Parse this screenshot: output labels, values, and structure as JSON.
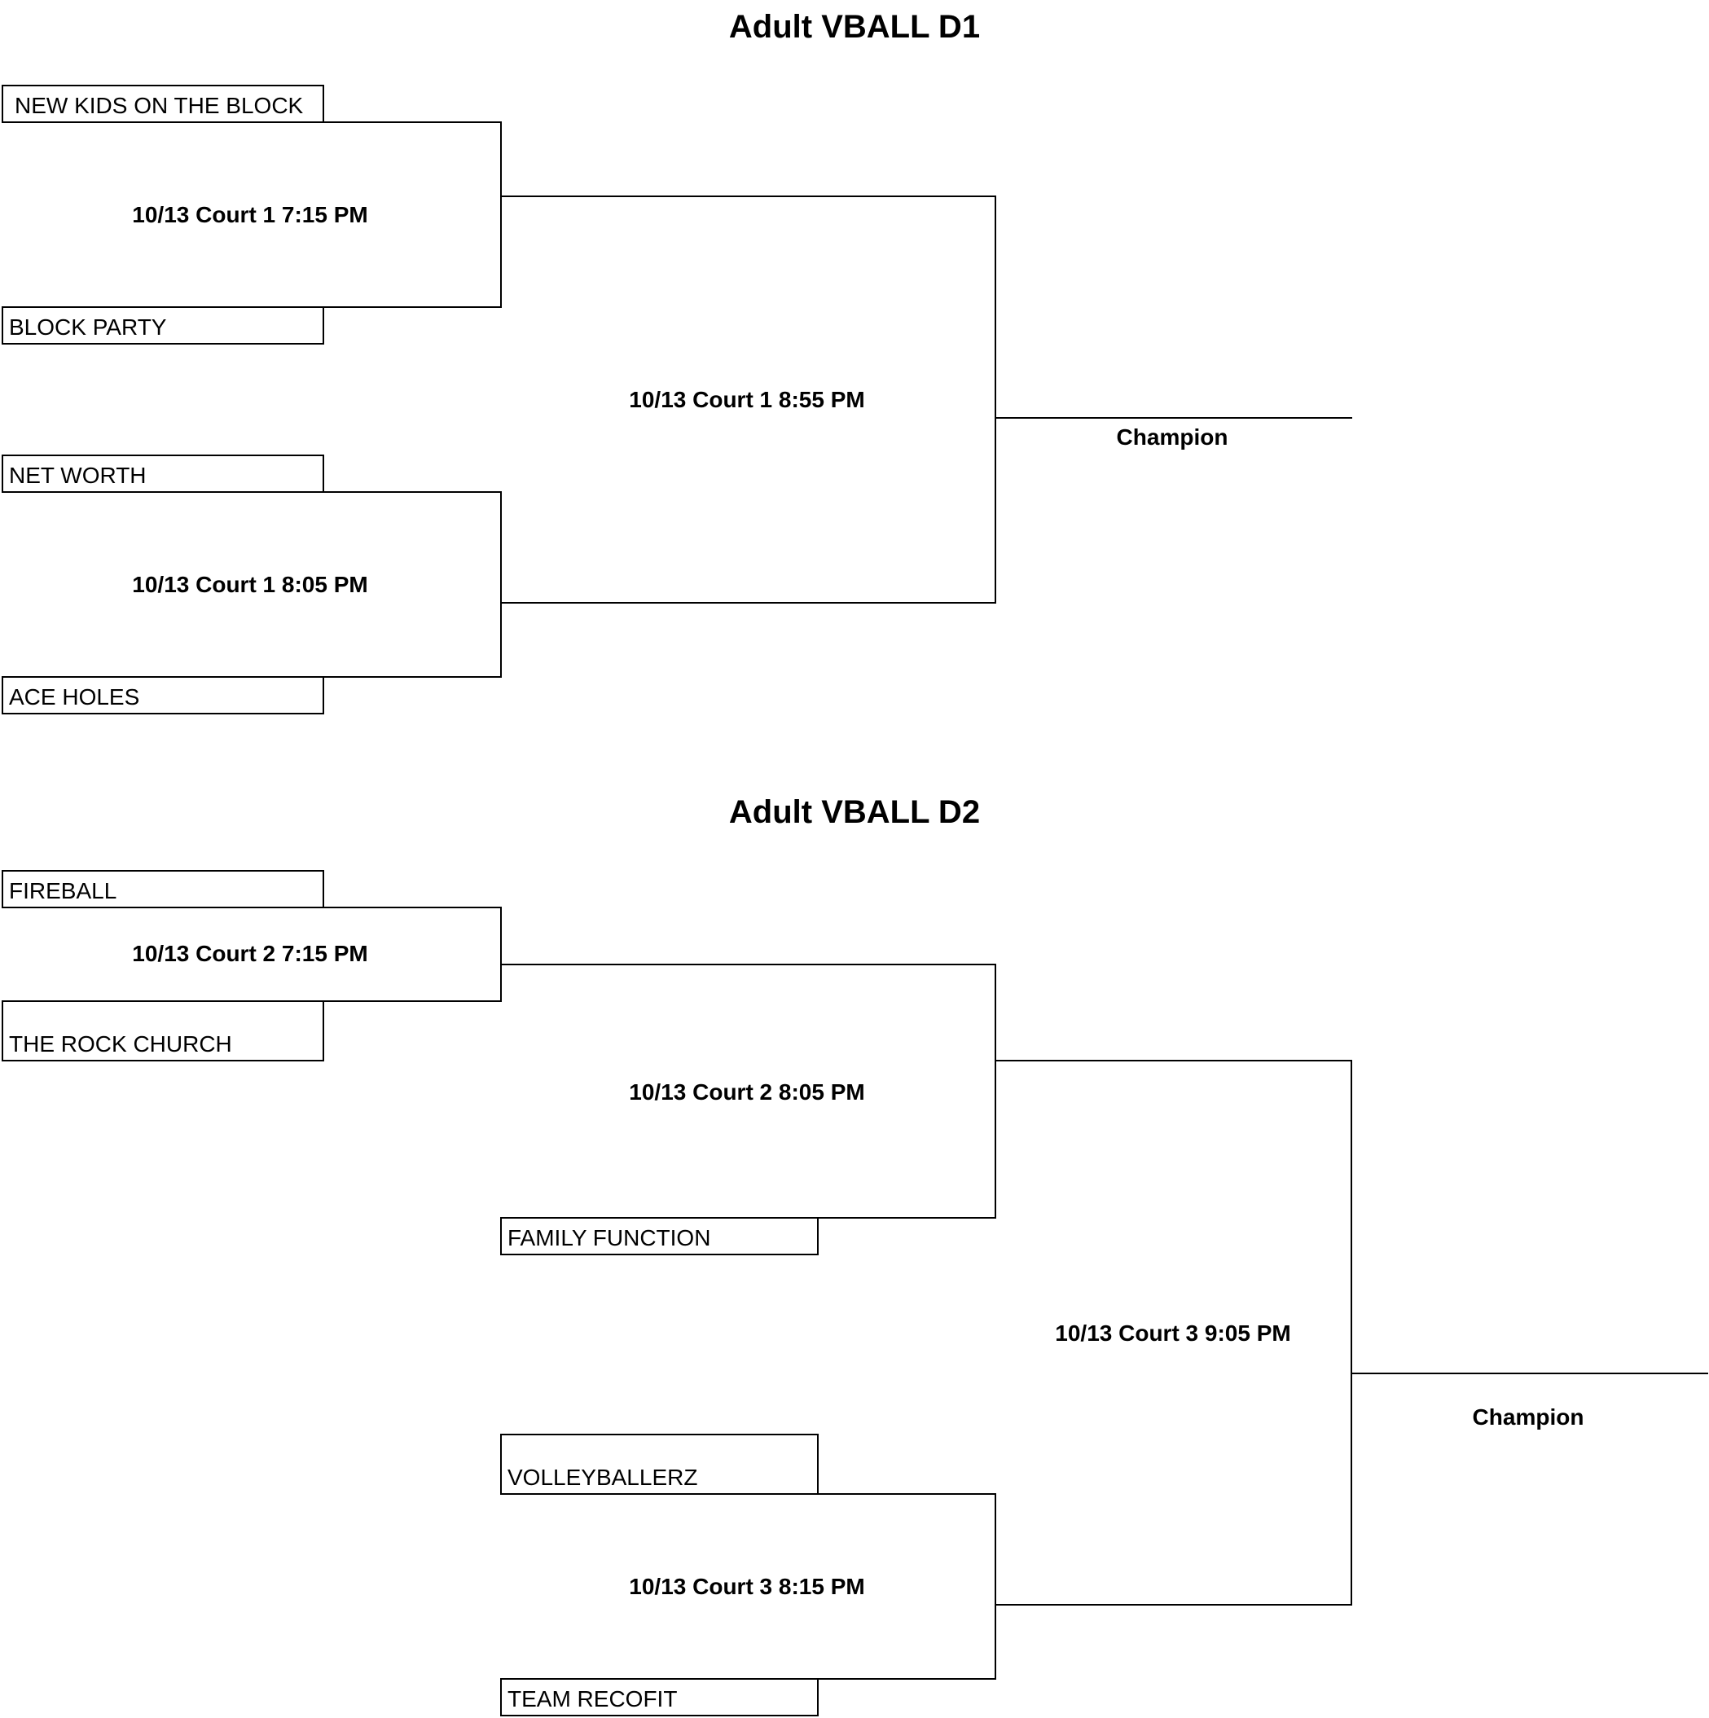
{
  "brackets": [
    {
      "title": "Adult VBALL D1",
      "teams": [
        "NEW KIDS ON THE BLOCK",
        "BLOCK PARTY",
        "NET WORTH",
        "ACE HOLES"
      ],
      "games": [
        "10/13 Court 1 7:15 PM",
        "10/13 Court 1 8:05 PM",
        "10/13 Court 1 8:55 PM"
      ],
      "champion_label": "Champion"
    },
    {
      "title": "Adult VBALL D2",
      "teams": [
        "FIREBALL",
        "THE ROCK CHURCH",
        "FAMILY FUNCTION",
        "VOLLEYBALLERZ",
        "TEAM RECOFIT"
      ],
      "games": [
        "10/13 Court 2 7:15 PM",
        "10/13 Court 2 8:05 PM",
        "10/13 Court 3 8:15 PM",
        "10/13 Court 3 9:05 PM"
      ],
      "champion_label": "Champion"
    }
  ]
}
